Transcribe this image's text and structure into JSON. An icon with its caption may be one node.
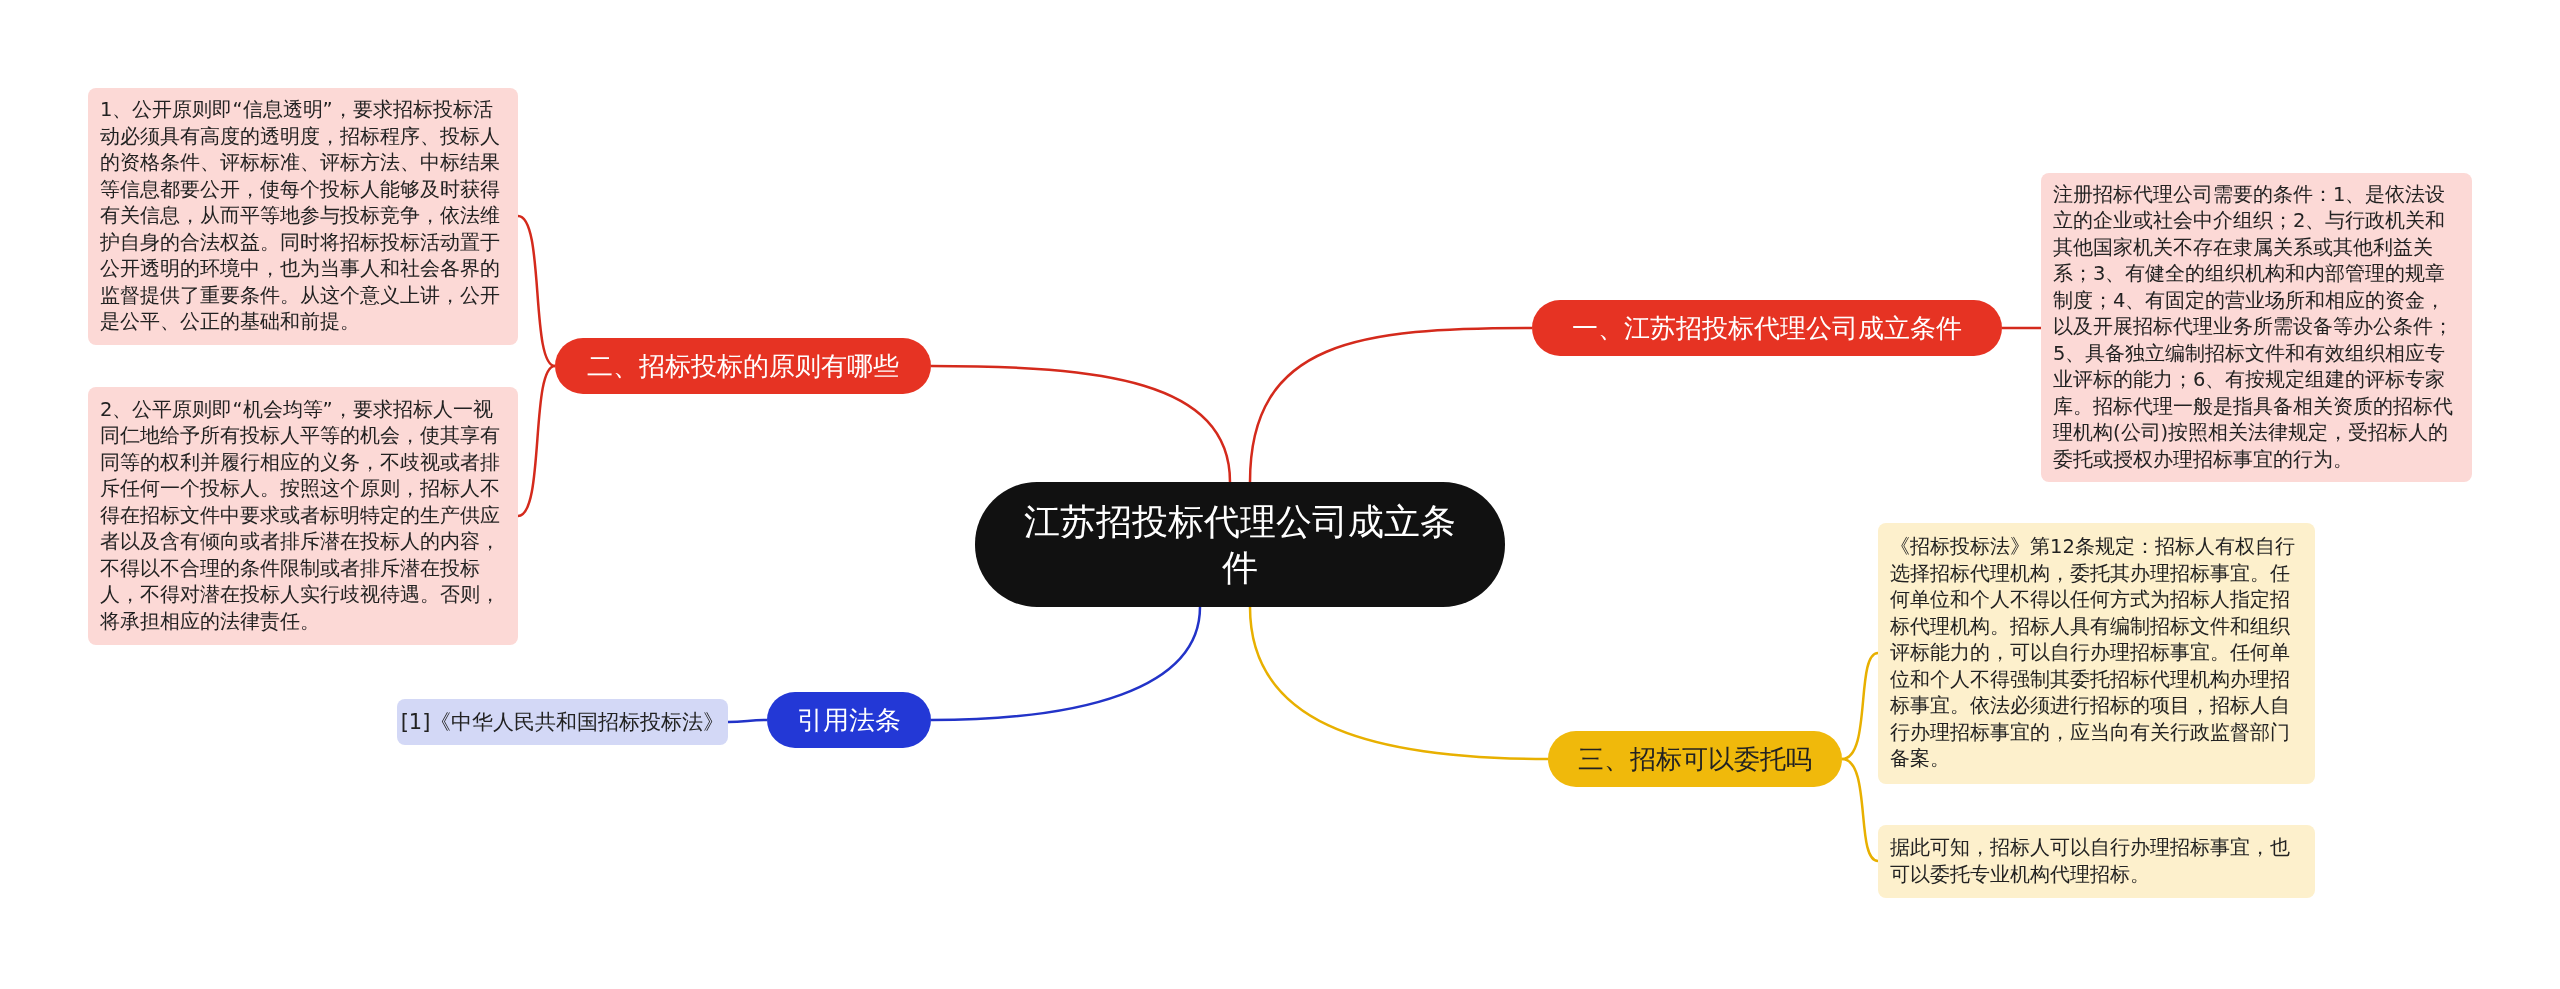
{
  "diagram": {
    "nodes": [
      {
        "text": [
          "江苏招投标代理公司成立条件"
        ]
      },
      {
        "text": [
          "一、江苏招投标代理公司成立条件"
        ]
      },
      {
        "text": [
          "注册招标代理公司需要的条件：1、是依法设立的企业或社会中介组织；2、与行政机关和其他国家机关不存在隶属关系或其他利益关系；3、有健全的组织机构和内部管理的规章制度；4、有固定的营业场所和相应的资金，以及开展招标代理业务所需设备等办公条件；5、具备独立编制招标文件和有效组织相应专业评标的能力；6、有按规定组建的评标专家库。招标代理一般是指具备相关资质的招标代理机构(公司)按照相关法律规定，受招标人的委托或授权办理招标事宜的行为。"
        ]
      },
      {
        "text": [
          "二、招标投标的原则有哪些"
        ]
      },
      {
        "text": [
          "1、公开原则即“信息透明”，要求招标投标活动必须具有高度的透明度，招标程序、投标人的资格条件、评标标准、评标方法、中标结果等信息都要公开，使每个投标人能够及时获得有关信息，从而平等地参与投标竞争，依法维护自身的合法权益。同时将招标投标活动置于公开透明的环境中，也为当事人和社会各界的监督提供了重要条件。从这个意义上讲，公开是公平、公正的基础和前提。"
        ]
      },
      {
        "text": [
          "2、公平原则即“机会均等”，要求招标人一视同仁地给予所有投标人平等的机会，使其享有同等的权利并履行相应的义务，不歧视或者排斥任何一个投标人。按照这个原则，招标人不得在招标文件中要求或者标明特定的生产供应者以及含有倾向或者排斥潜在投标人的内容，不得以不合理的条件限制或者排斥潜在投标人，不得对潜在投标人实行歧视待遇。否则，将承担相应的法律责任。"
        ]
      },
      {
        "text": [
          "三、招标可以委托吗"
        ]
      },
      {
        "text": [
          "《招标投标法》第12条规定：招标人有权自行选择招标代理机构，委托其办理招标事宜。任何单位和个人不得以任何方式为招标人指定招标代理机构。招标人具有编制招标文件和组织评标能力的，可以自行办理招标事宜。任何单位和个人不得强制其委托招标代理机构办理招标事宜。依法必须进行招标的项目，招标人自行办理招标事宜的，应当向有关行政监督部门备案。"
        ]
      },
      {
        "text": [
          "据此可知，招标人可以自行办理招标事宜，也可以委托专业机构代理招标。"
        ]
      },
      {
        "text": [
          "引用法条"
        ]
      },
      {
        "text": [
          "[1]《中华人民共和国招标投标法》"
        ]
      }
    ],
    "edges": [
      {
        "from": 0,
        "to": 1,
        "arrow": "none"
      },
      {
        "from": 1,
        "to": 2,
        "arrow": "none"
      },
      {
        "from": 0,
        "to": 3,
        "arrow": "none"
      },
      {
        "from": 3,
        "to": 4,
        "arrow": "none"
      },
      {
        "from": 3,
        "to": 5,
        "arrow": "none"
      },
      {
        "from": 0,
        "to": 6,
        "arrow": "none",
        "color": "#e8b000"
      },
      {
        "from": 6,
        "to": 7,
        "arrow": "none",
        "color": "#e8b000"
      },
      {
        "from": 6,
        "to": 8,
        "arrow": "none",
        "color": "#e8b000"
      },
      {
        "from": 0,
        "to": 9,
        "arrow": "none",
        "color": "#2233c8"
      },
      {
        "from": 9,
        "to": 10,
        "arrow": "none",
        "color": "#2233c8"
      }
    ]
  }
}
